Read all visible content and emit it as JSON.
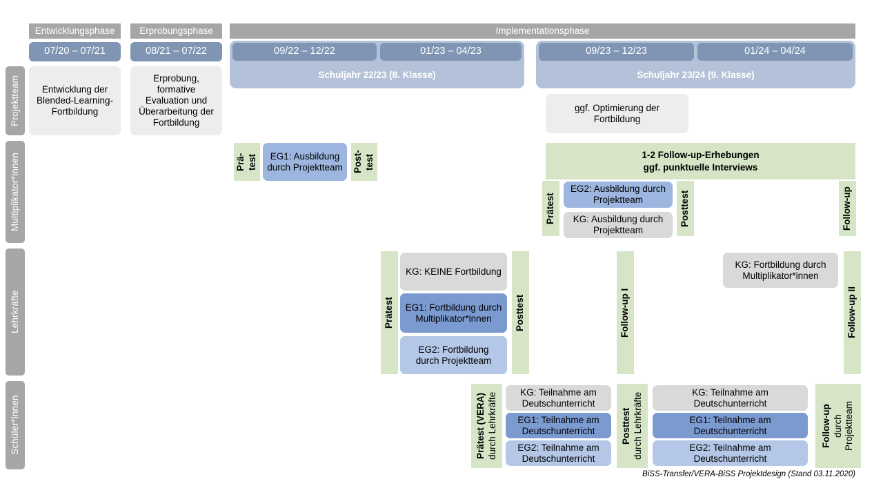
{
  "diagram": {
    "footer": "BiSS-Transfer/VERA-BiSS Projektdesign (Stand 03.11.2020)",
    "colors": {
      "lane": "#a6a6a6",
      "phase_header": "#a6a6a6",
      "date_chip": "#7f95b3",
      "year_wrap": "#b3c2d8",
      "green": "#d6e5c6",
      "gray_box": "#d9d9d9",
      "gray_soft": "#ededed",
      "blue_dark": "#7b9ad0",
      "blue_mid": "#9cb6e0",
      "blue_light": "#b4c7e7"
    }
  },
  "lanes": [
    {
      "label": "Projektteam"
    },
    {
      "label": "Multiplikator*innen"
    },
    {
      "label": "Lehrkräfte"
    },
    {
      "label": "Schüler*innen"
    }
  ],
  "phases": [
    {
      "label": "Entwicklungsphase"
    },
    {
      "label": "Erprobungsphase"
    },
    {
      "label": "Implementationsphase"
    }
  ],
  "dates": {
    "d1": "07/20 – 07/21",
    "d2": "08/21 – 07/22",
    "d3": "09/22 – 12/22",
    "d4": "01/23 – 04/23",
    "d5": "09/23 – 12/23",
    "d6": "01/24 – 04/24"
  },
  "years": {
    "y1": "Schuljahr 22/23 (8. Klasse)",
    "y2": "Schuljahr 23/24 (9. Klasse)"
  },
  "projektteam": {
    "entwicklung": "Entwicklung der Blended-Learning-Fortbildung",
    "erprobung": "Erprobung, formative Evaluation und Überarbeitung der Fortbildung",
    "optimierung": "ggf. Optimierung der Fortbildung"
  },
  "multiplikator": {
    "praetest_1": "Prä-\ntest",
    "posttest_1": "Post-\ntest",
    "eg1": "EG1: Ausbildung durch Projektteam",
    "banner": "1-2 Follow-up-Erhebungen\nggf. punktuelle Interviews",
    "praetest_2": "Prätest",
    "posttest_2": "Posttest",
    "eg2": "EG2: Ausbildung durch Projektteam",
    "kg": "KG: Ausbildung durch Projektteam",
    "followup": "Follow-up"
  },
  "lehrkraefte": {
    "praetest": "Prätest",
    "posttest": "Posttest",
    "kg_keine": "KG:  KEINE Fortbildung",
    "eg1": "EG1: Fortbildung durch Multiplikator*innen",
    "eg2": "EG2: Fortbildung durch Projektteam",
    "followup_1": "Follow-up I",
    "followup_2": "Follow-up II",
    "kg_rechts": "KG: Fortbildung durch Multiplikator*innen"
  },
  "schueler": {
    "praetest_bold": "Prätest (VERA)",
    "praetest_sub": "durch Lehrkräfte",
    "posttest_bold": "Posttest",
    "posttest_sub": "durch Lehrkräfte",
    "followup_bold": "Follow-up",
    "followup_sub1": "durch",
    "followup_sub2": "Projektteam",
    "kg": "KG: Teilnahme am Deutschunterricht",
    "eg1": "EG1: Teilnahme am Deutschunterricht",
    "eg2": "EG2: Teilnahme am Deutschunterricht"
  }
}
